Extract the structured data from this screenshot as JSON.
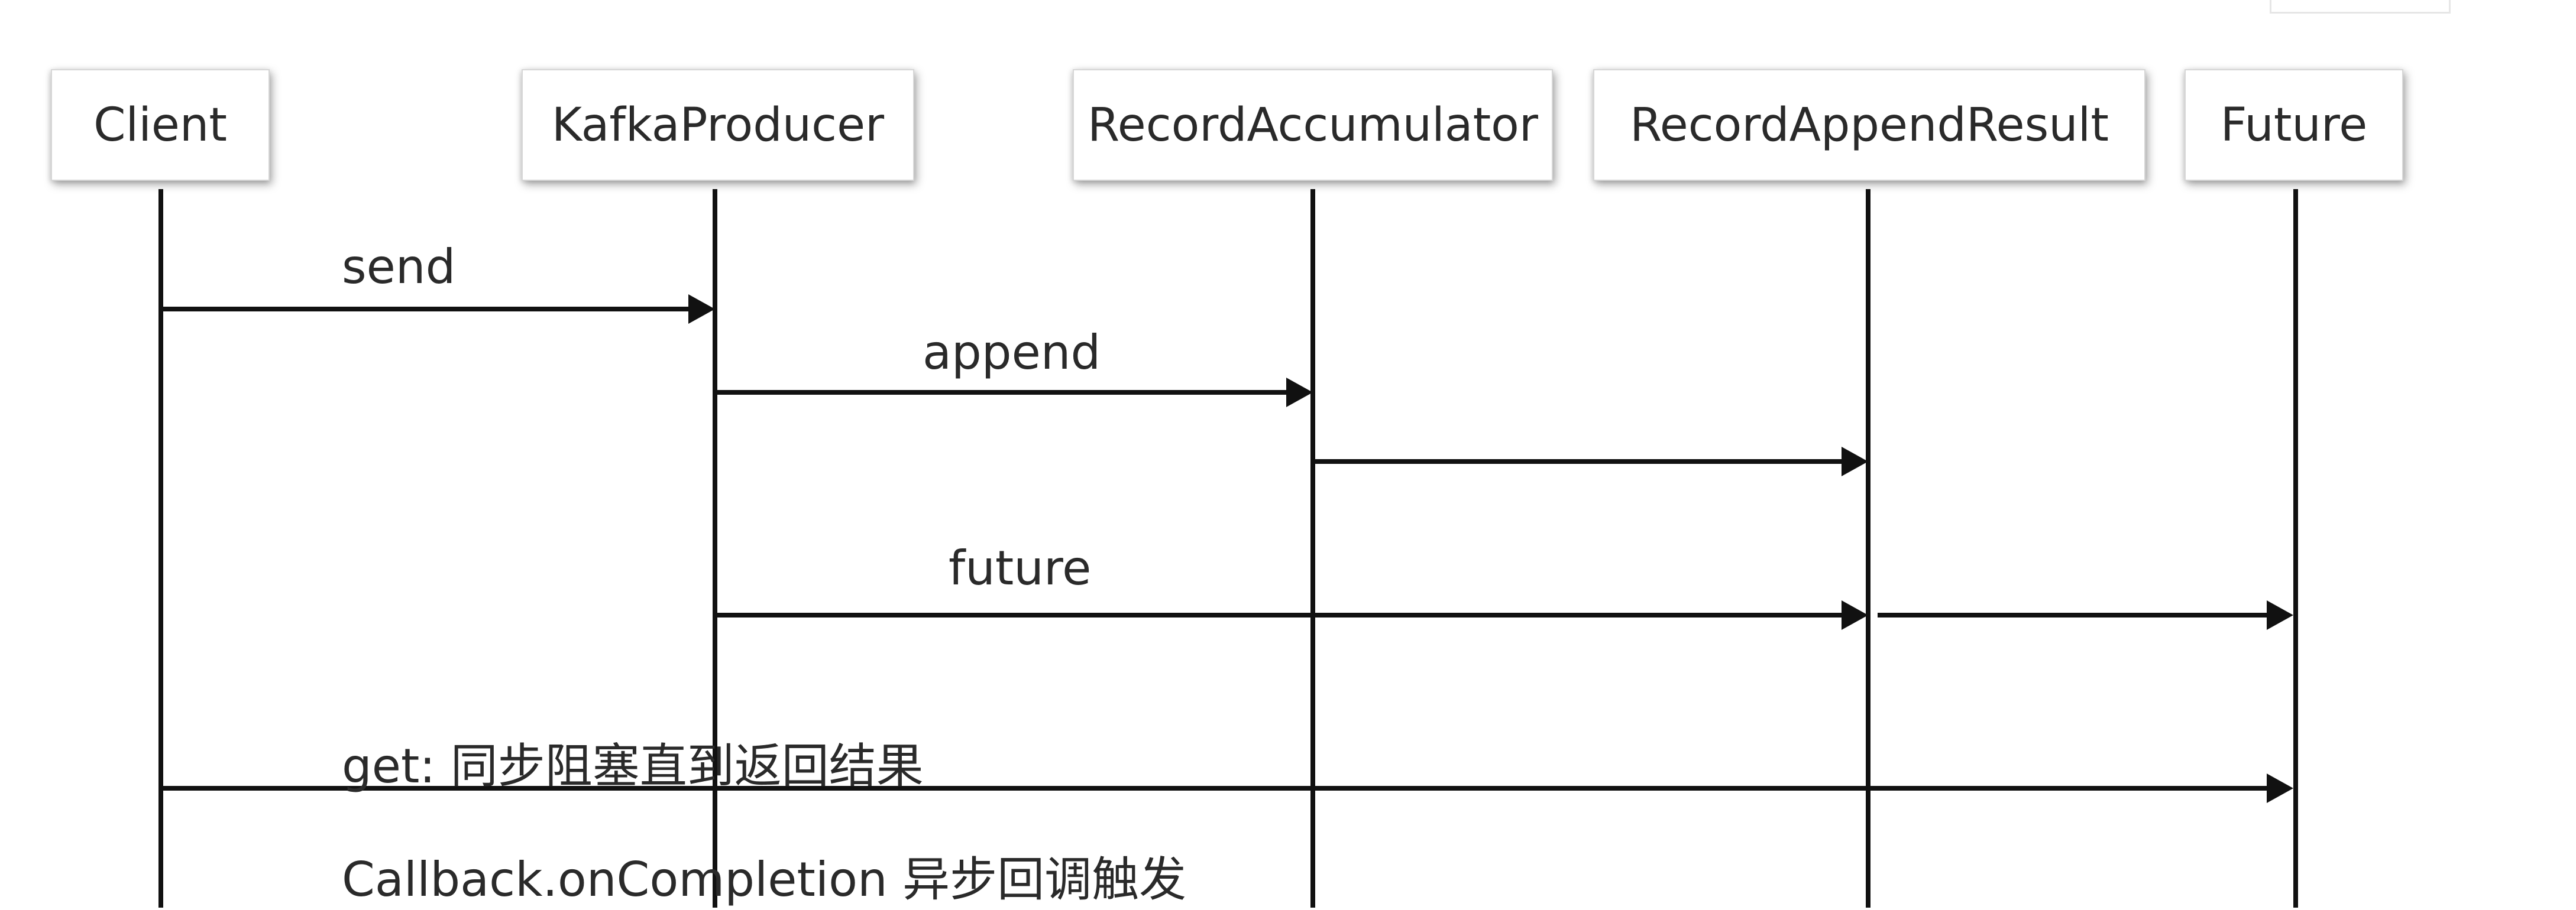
{
  "participants": [
    {
      "id": "client",
      "label": "Client"
    },
    {
      "id": "producer",
      "label": "KafkaProducer"
    },
    {
      "id": "accumulator",
      "label": "RecordAccumulator"
    },
    {
      "id": "appendresult",
      "label": "RecordAppendResult"
    },
    {
      "id": "future",
      "label": "Future"
    }
  ],
  "messages": [
    {
      "id": "send",
      "label": "send",
      "from": "client",
      "to": "producer"
    },
    {
      "id": "append",
      "label": "append",
      "from": "producer",
      "to": "accumulator"
    },
    {
      "id": "accumulator-to-result",
      "label": "",
      "from": "accumulator",
      "to": "appendresult"
    },
    {
      "id": "future-to-result",
      "label": "future",
      "from": "producer",
      "to": "appendresult"
    },
    {
      "id": "result-to-future",
      "label": "",
      "from": "appendresult",
      "to": "future"
    },
    {
      "id": "get",
      "label": "get: 同步阻塞直到返回结果",
      "from": "client",
      "to": "future"
    }
  ],
  "notes": {
    "callback": "Callback.onCompletion 异步回调触发"
  }
}
